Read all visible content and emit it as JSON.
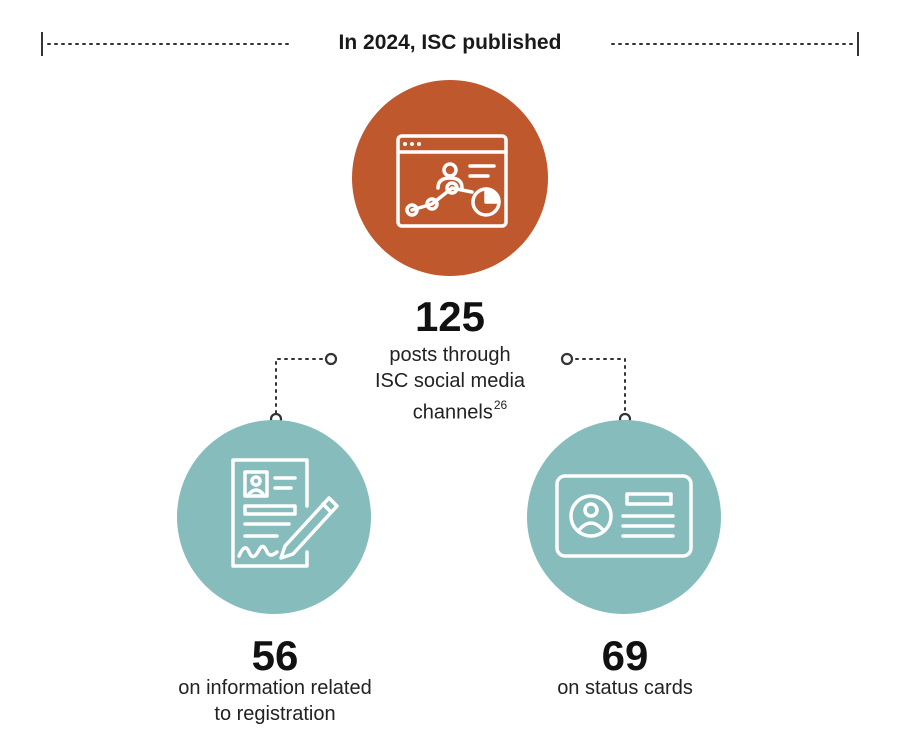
{
  "header": {
    "title": "In 2024, ISC published"
  },
  "colors": {
    "accent_orange": "#c0582e",
    "accent_teal": "#86bcbc",
    "line": "#333333"
  },
  "top": {
    "icon": "analytics-dashboard-icon",
    "number": "125",
    "desc_line1": "posts through",
    "desc_line2": "ISC social media",
    "desc_line3": "channels",
    "footnote": "26"
  },
  "left": {
    "icon": "registration-document-icon",
    "number": "56",
    "desc_line1": "on information related",
    "desc_line2": "to registration"
  },
  "right": {
    "icon": "id-card-icon",
    "number": "69",
    "desc_line1": "on status cards"
  }
}
